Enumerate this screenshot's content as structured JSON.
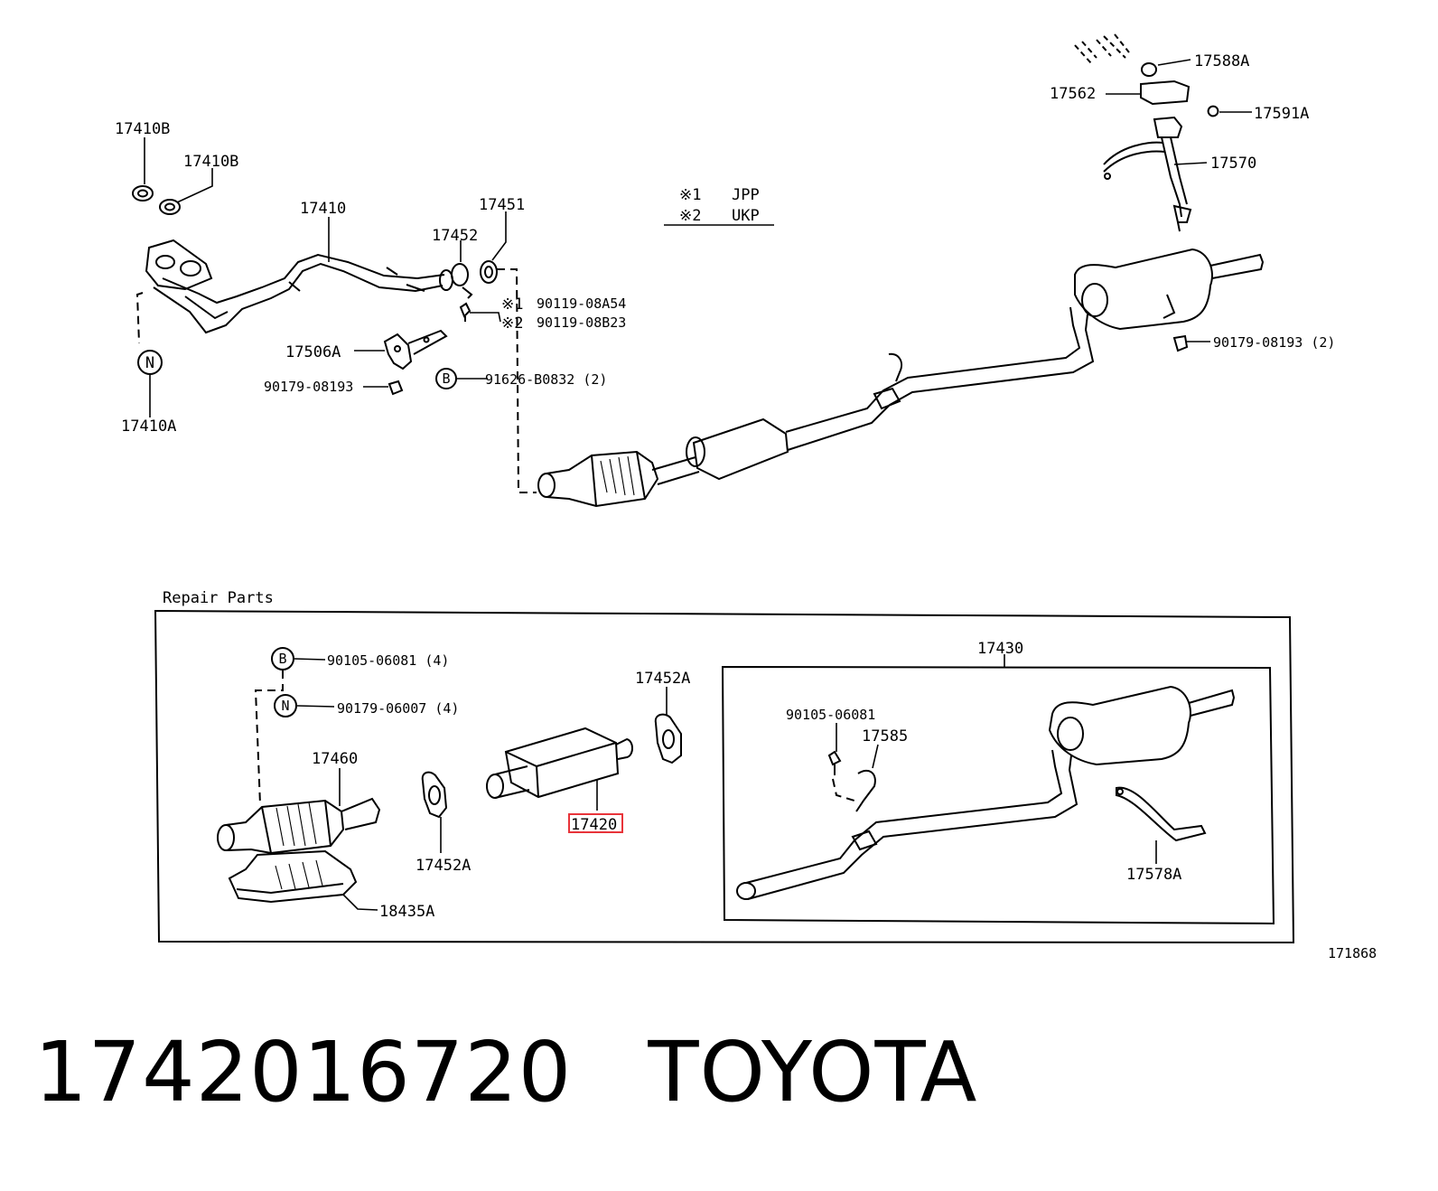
{
  "labels": {
    "p17410B_a": "17410B",
    "p17410B_b": "17410B",
    "p17410": "17410",
    "p17452": "17452",
    "p17451": "17451",
    "p17506A": "17506A",
    "p90179_a": "90179-08193",
    "p91626": "91626-B0832 (2)",
    "p17410A": "17410A",
    "p90119_a54": "90119-08A54",
    "p90119_b23": "90119-08B23",
    "note1_mark": "※1",
    "note2_mark": "※2",
    "note1_val": "JPP",
    "note2_val": "UKP",
    "p17588A": "17588A",
    "p17562": "17562",
    "p17591A": "17591A",
    "p17570": "17570",
    "p90179_b": "90179-08193 (2)",
    "repair_title": "Repair Parts",
    "p90105_a": "90105-06081 (4)",
    "p90179_c": "90179-06007 (4)",
    "p17460": "17460",
    "p18435A": "18435A",
    "p17452A_a": "17452A",
    "p17452A_b": "17452A",
    "p17420": "17420",
    "p17430": "17430",
    "p90105_b": "90105-06081",
    "p17585": "17585",
    "p17578A": "17578A",
    "diagram_id": "171868",
    "sym_N1": "N",
    "sym_B1": "B",
    "sym_B2": "B",
    "sym_N2": "N"
  },
  "footer": {
    "part_number": "1742016720",
    "brand": "TOYOTA"
  },
  "highlight_color": "#e8343a"
}
